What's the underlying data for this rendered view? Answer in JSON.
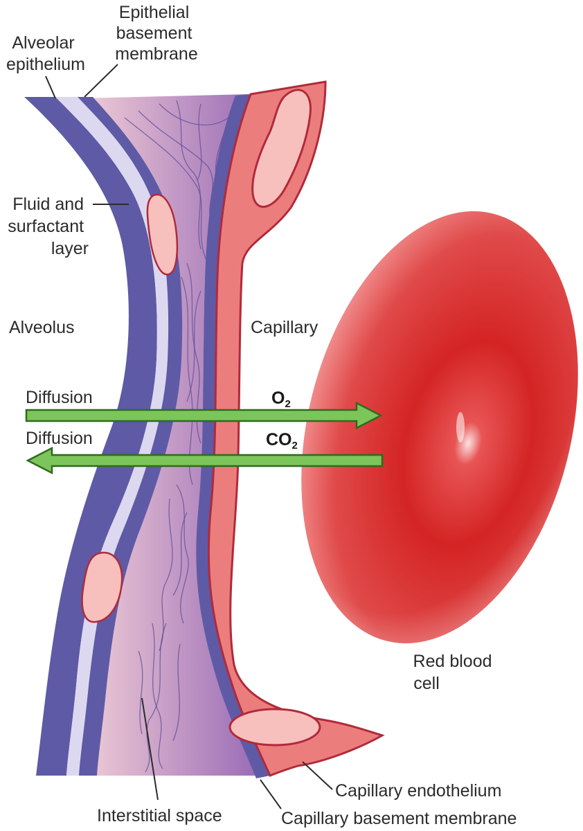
{
  "labels": {
    "alveolar_epithelium": [
      "Alveolar",
      "epithelium"
    ],
    "epithelial_basement_membrane": [
      "Epithelial",
      "basement",
      "membrane"
    ],
    "fluid_surfactant_layer": [
      "Fluid and",
      "surfactant",
      "layer"
    ],
    "alveolus": "Alveolus",
    "capillary": "Capillary",
    "diffusion_o2": "Diffusion",
    "diffusion_co2": "Diffusion",
    "o2": "O",
    "o2_sub": "2",
    "co2": "CO",
    "co2_sub": "2",
    "red_blood_cell": [
      "Red blood",
      "cell"
    ],
    "capillary_endothelium": "Capillary endothelium",
    "capillary_basement_membrane": "Capillary basement membrane",
    "interstitial_space": "Interstitial space"
  },
  "colors": {
    "membrane_purple": "#5e5aa6",
    "fluid_lavender": "#dcd8f0",
    "endothelium_pink": "#ec7d7d",
    "nucleus_pink": "#f7c0bd",
    "rbc_red": "#d42a2a",
    "arrow_green": "#7cc55a",
    "leader_line": "#2b2b2b"
  },
  "icons": {
    "o2_arrow": "arrow-right-icon",
    "co2_arrow": "arrow-left-icon"
  }
}
